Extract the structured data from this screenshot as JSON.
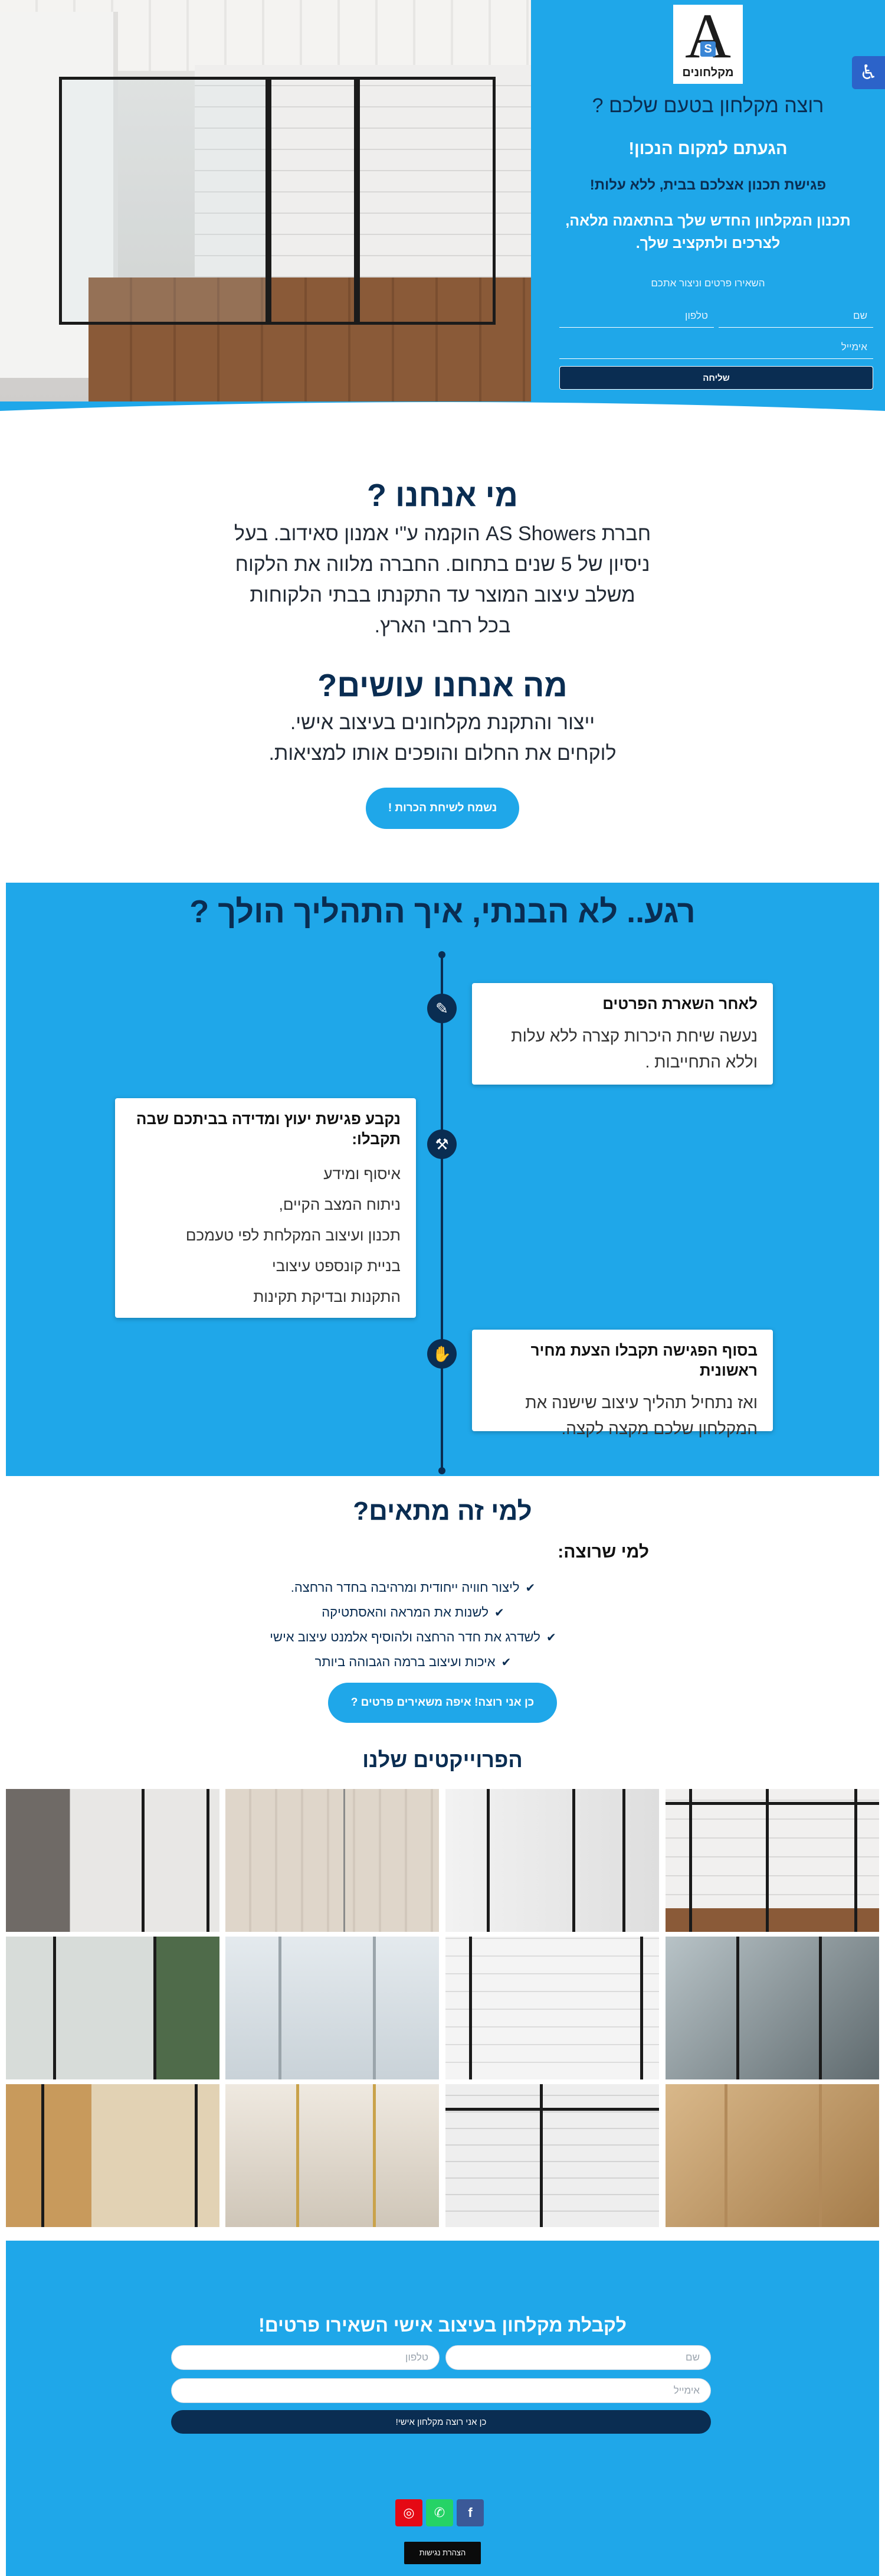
{
  "hero": {
    "logo_letter": "A",
    "logo_badge": "S",
    "logo_word": "מקלחונים",
    "question": "רוצה מקלחון בטעם שלכם ?",
    "arrived": "הגעתם למקום הנכון!",
    "meeting": "פגישת תכנון אצלכם בבית, ללא עלות!",
    "planning": "תכנון המקלחון החדש שלך בהתאמה מלאה, לצרכים ולתקציב שלך.",
    "leave_details": "השאירו פרטים וניצור אתכם",
    "form": {
      "name_placeholder": "שם",
      "phone_placeholder": "טלפון",
      "email_placeholder": "אימייל",
      "submit_label": "שליחה"
    }
  },
  "accessibility_icon": "accessibility-icon",
  "about": {
    "title": "מי אנחנו ?",
    "text": "חברת AS Showers הוקמה ע\"י אמנון סאידוב. בעל ניסיון של 5 שנים בתחום. החברה מלווה את הלקוח משלב עיצוב המוצר עד התקנתו בבתי הלקוחות בכל רחבי הארץ.",
    "what_title": "מה אנחנו עושים?",
    "what_line1": "ייצור והתקנת מקלחונים בעיצוב אישי.",
    "what_line2": "לוקחים את החלום והופכים אותו למציאות.",
    "call_button": "נשמח לשיחת הכרות !"
  },
  "process": {
    "title": "רגע.. לא הבנתי, איך התהליך הולך ?",
    "step1": {
      "icon": "edit-icon",
      "title": "לאחר השארת הפרטים",
      "text": "נעשה שיחת היכרות קצרה ללא עלות וללא התחייבות ."
    },
    "step2": {
      "icon": "tools-icon",
      "title": "נקבע פגישת יעוץ ומדידה בביתכם שבה תקבלו:",
      "items": [
        "איסוף ומידע",
        "ניתוח המצב הקיים,",
        "תכנון ועיצוב המקלחת לפי טעמכם",
        "בניית קונספט עיצובי",
        "התקנות ובדיקת תקינות"
      ]
    },
    "step3": {
      "icon": "handshake-icon",
      "title": "בסוף הפגישה תקבלו הצעת מחיר ראשונית",
      "text": "ואז נתחיל תהליך עיצוב שישנה את המקלחון שלכם מקצה לקצה."
    }
  },
  "fits": {
    "title": "למי זה מתאים?",
    "wants_title": "למי שרוצה:",
    "check_icon": "check-icon",
    "items": [
      "ליצור חוויה ייחודית ומרהיבה בחדר הרחצה.",
      "לשנות את המראה והאסתטיקה",
      "לשדרג את חדר הרחצה ולהוסיף אלמנט עיצוב אישי",
      "איכות ועיצוב ברמה הגבוהה ביותר"
    ],
    "button": "כן אני רוצה! איפה משאירים פרטים ?"
  },
  "projects": {
    "title": "הפרוייקטים שלנו"
  },
  "bottom_form": {
    "title": "לקבלת מקלחון בעיצוב אישי השאירו פרטים!",
    "name_placeholder": "שם",
    "phone_placeholder": "טלפון",
    "email_placeholder": "אימייל",
    "submit_label": "כן אני רוצה מקלחון אישי!"
  },
  "footer": {
    "social": {
      "facebook_icon": "facebook-icon",
      "whatsapp_icon": "whatsapp-icon",
      "instagram_icon": "instagram-icon"
    },
    "accessibility_link": "הצהרת נגישות"
  }
}
